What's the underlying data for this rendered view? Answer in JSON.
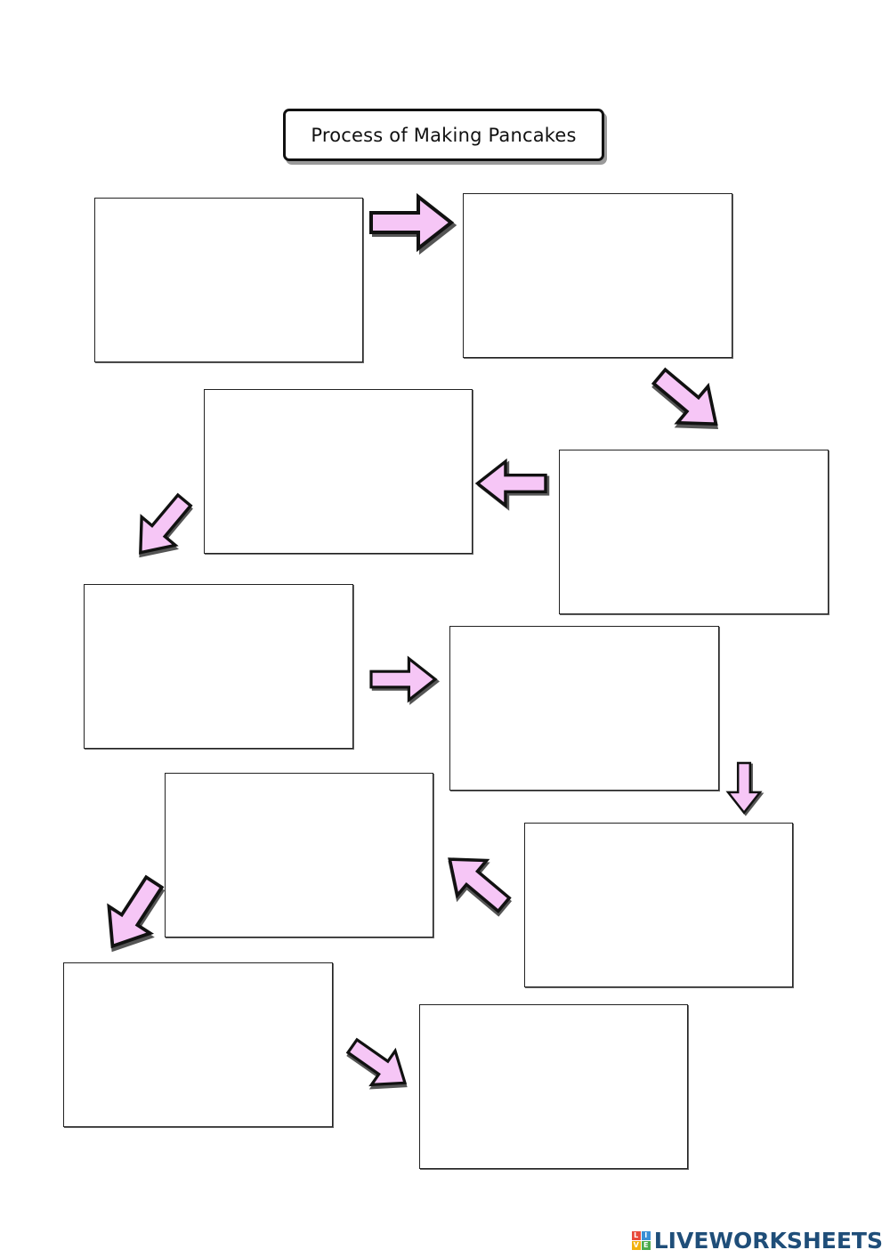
{
  "title": "Process of Making Pancakes",
  "steps": [
    "",
    "",
    "",
    "",
    "",
    "",
    "",
    "",
    "",
    ""
  ],
  "arrow_color": "#f6c6f6",
  "footer": {
    "logo_letters": [
      "L",
      "I",
      "V",
      "E"
    ],
    "logo_colors": [
      "#e84a3c",
      "#3b8fd6",
      "#f2b20f",
      "#4cab4c"
    ],
    "brand": "LIVEWORKSHEETS"
  }
}
